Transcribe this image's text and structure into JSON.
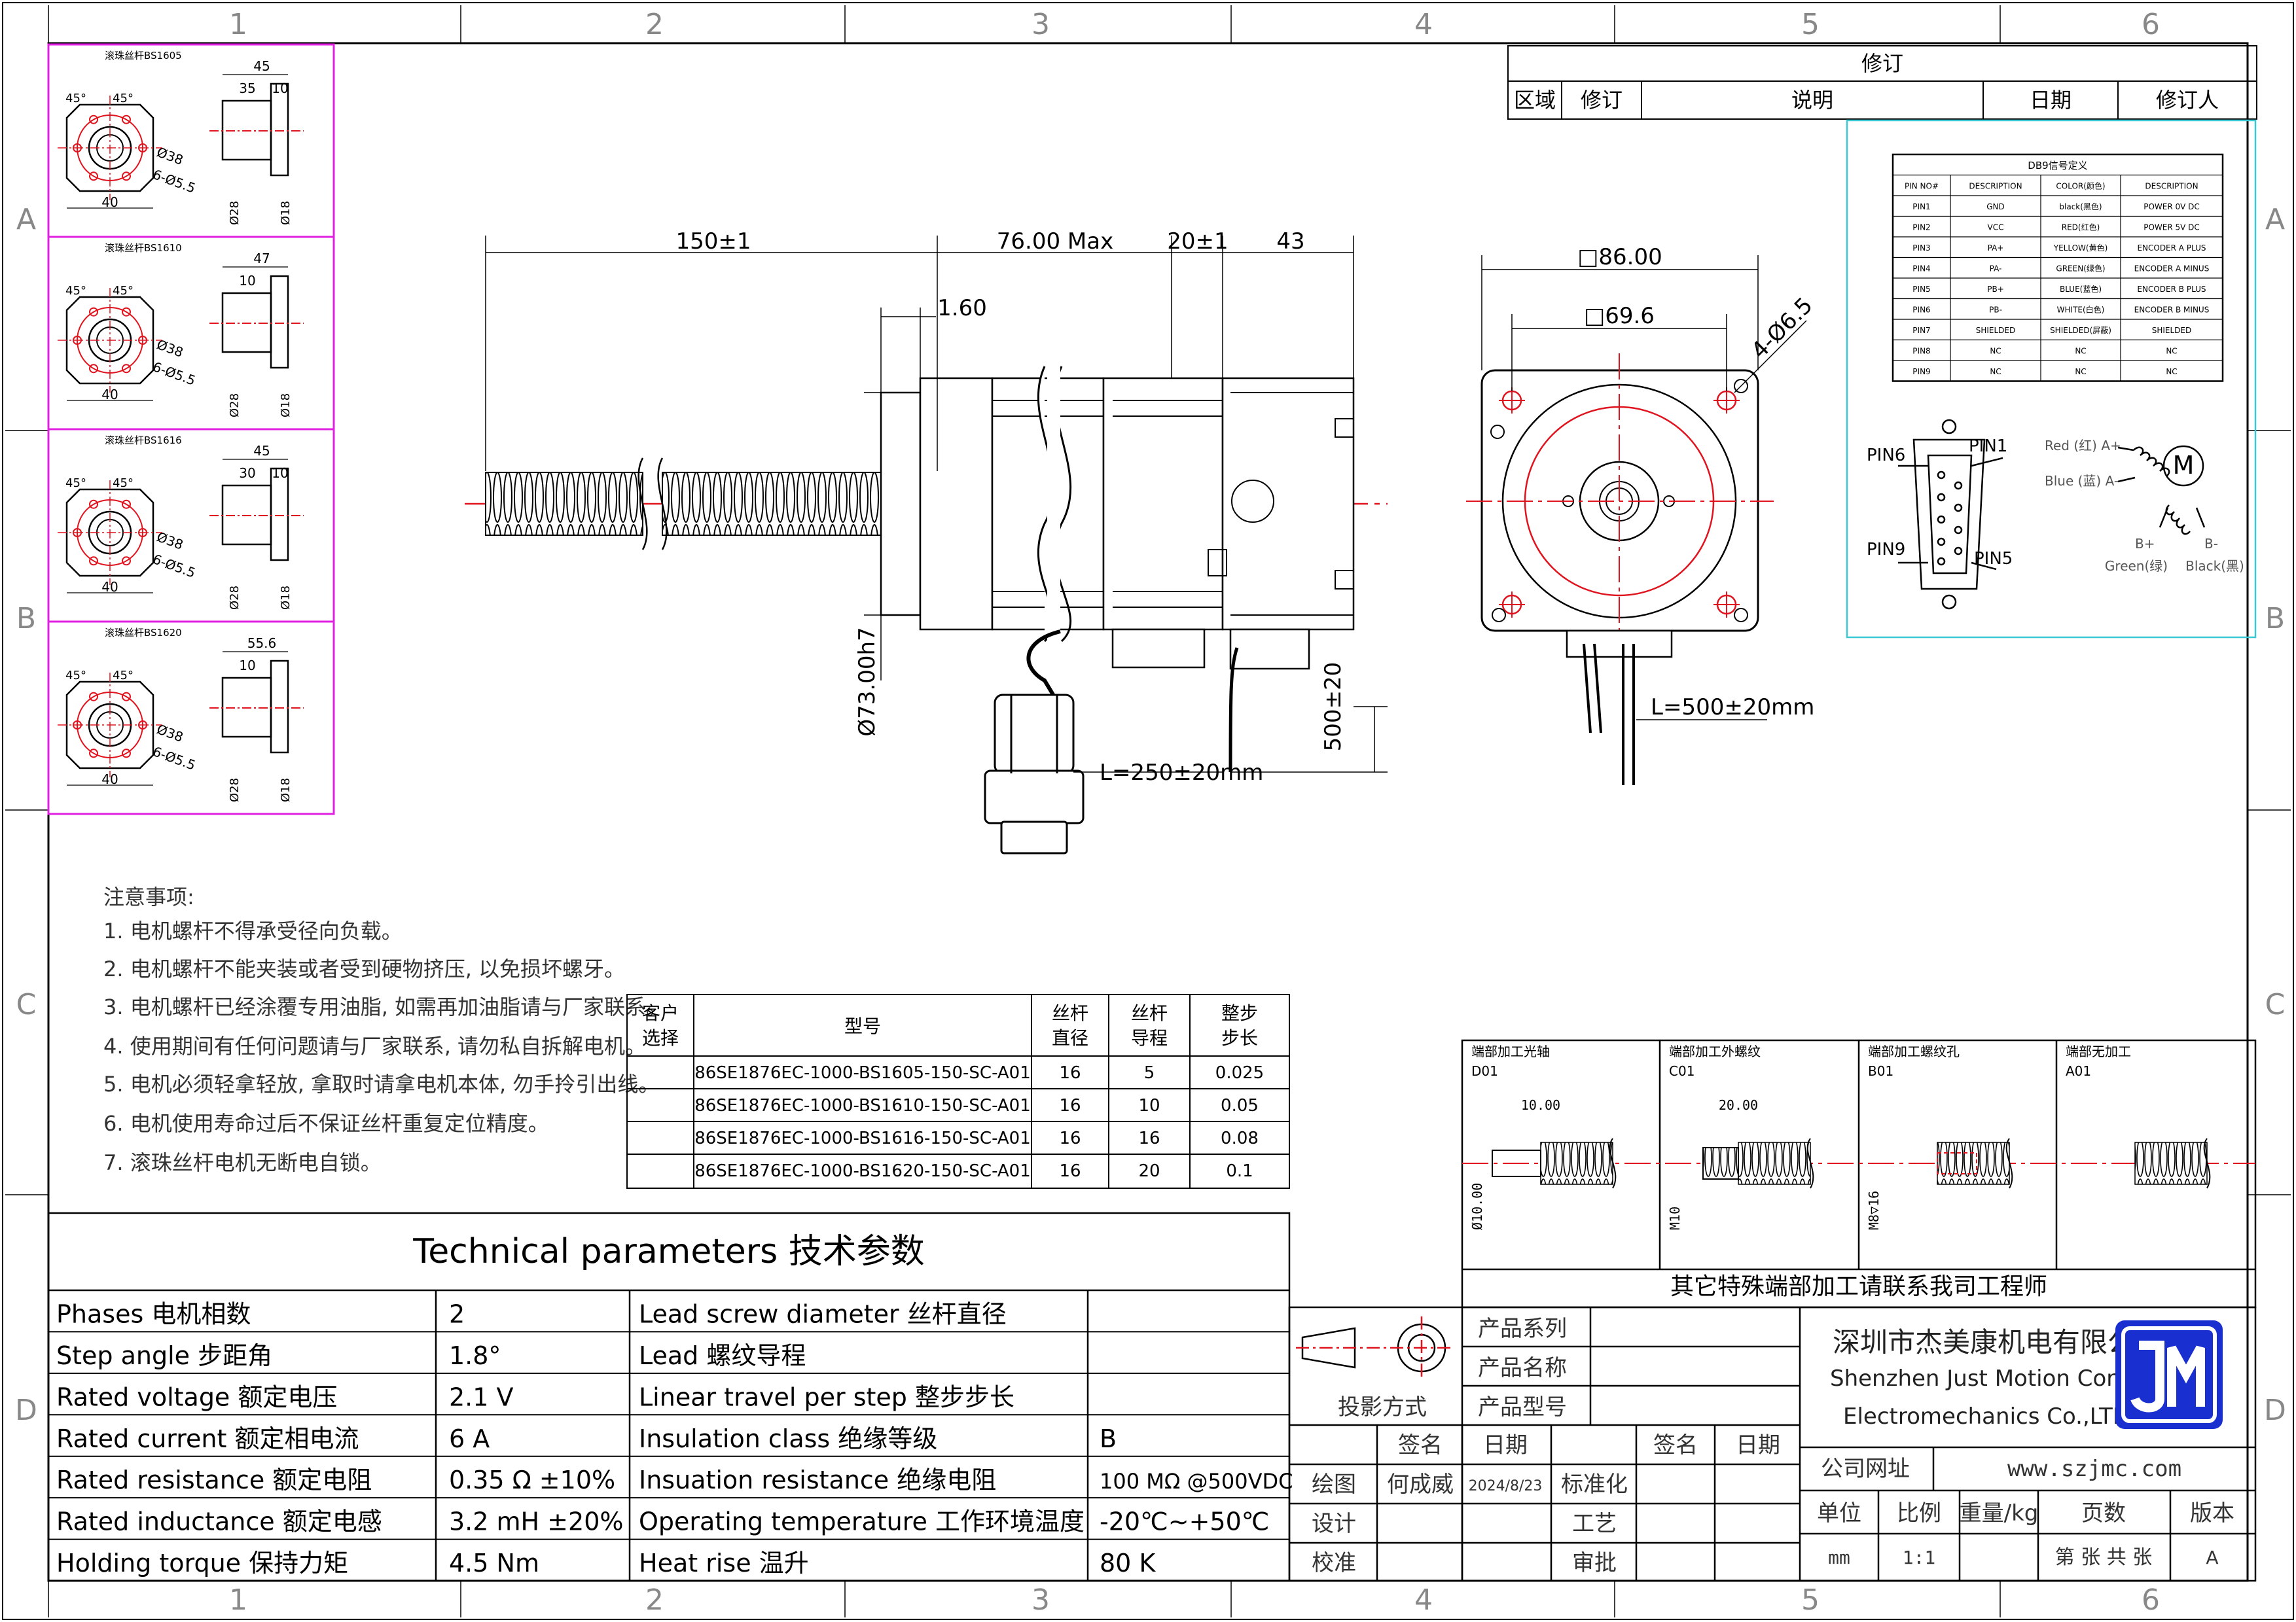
{
  "grid": {
    "columns": [
      "1",
      "2",
      "3",
      "4",
      "5",
      "6"
    ],
    "rows": [
      "A",
      "B",
      "C",
      "D"
    ]
  },
  "revision": {
    "title": "修订",
    "headers": [
      "区域",
      "修订",
      "说明",
      "日期",
      "修订人"
    ]
  },
  "ballscrews": [
    {
      "title": "滚珠丝杆BS1605",
      "dim_total": "45",
      "dim_a": "35",
      "dim_b": "10",
      "bolt": "6-Ø5.5",
      "bcd": "Ø38",
      "d1": "Ø28",
      "d2": "Ø18",
      "flange": "40",
      "angle1": "45°",
      "angle2": "45°"
    },
    {
      "title": "滚珠丝杆BS1610",
      "dim_total": "47",
      "dim_a": "10",
      "dim_b": "",
      "bolt": "6-Ø5.5",
      "bcd": "Ø38",
      "d1": "Ø28",
      "d2": "Ø18",
      "flange": "40",
      "angle1": "45°",
      "angle2": "45°"
    },
    {
      "title": "滚珠丝杆BS1616",
      "dim_total": "45",
      "dim_a": "30",
      "dim_b": "10",
      "bolt": "6-Ø5.5",
      "bcd": "Ø38",
      "d1": "Ø28",
      "d2": "Ø18",
      "flange": "40",
      "angle1": "45°",
      "angle2": "45°"
    },
    {
      "title": "滚珠丝杆BS1620",
      "dim_total": "55.6",
      "dim_a": "10",
      "dim_b": "",
      "bolt": "6-Ø5.5",
      "bcd": "Ø38",
      "d1": "Ø28",
      "d2": "Ø18",
      "flange": "40",
      "angle1": "45°",
      "angle2": "45°"
    }
  ],
  "side_view": {
    "dim_screw": "150±1",
    "dim_body": "76.00 Max",
    "dim_enc": "20±1",
    "dim_tail": "43",
    "dim_pilot": "1.60",
    "dim_dia": "Ø73.00h7",
    "cable_encoder": "L=250±20mm",
    "cable_motor": "500±20"
  },
  "front_view": {
    "square_outer": "□86.00",
    "square_bolt": "□69.6",
    "holes": "4-Ø6.5",
    "cable": "L=500±20mm"
  },
  "db9": {
    "title": "DB9信号定义",
    "headers": [
      "PIN NO#",
      "DESCRIPTION",
      "COLOR(颜色)",
      "DESCRIPTION"
    ],
    "rows": [
      [
        "PIN1",
        "GND",
        "black(黑色)",
        "POWER 0V DC"
      ],
      [
        "PIN2",
        "VCC",
        "RED(红色)",
        "POWER 5V DC"
      ],
      [
        "PIN3",
        "PA+",
        "YELLOW(黄色)",
        "ENCODER A PLUS"
      ],
      [
        "PIN4",
        "PA-",
        "GREEN(绿色)",
        "ENCODER A MINUS"
      ],
      [
        "PIN5",
        "PB+",
        "BLUE(蓝色)",
        "ENCODER B PLUS"
      ],
      [
        "PIN6",
        "PB-",
        "WHITE(白色)",
        "ENCODER B MINUS"
      ],
      [
        "PIN7",
        "SHIELDED",
        "SHIELDED(屏蔽)",
        "SHIELDED"
      ],
      [
        "PIN8",
        "NC",
        "NC",
        "NC"
      ],
      [
        "PIN9",
        "NC",
        "NC",
        "NC"
      ]
    ],
    "pin6": "PIN6",
    "pin1": "PIN1",
    "pin9": "PIN9",
    "pin5": "PIN5",
    "wire_red": "Red (红) A+",
    "wire_blue": "Blue (蓝) A-",
    "motor": "M",
    "b_plus": "B+",
    "b_minus": "B-",
    "green": "Green(绿)",
    "black": "Black(黑)"
  },
  "notes": {
    "title": "注意事项:",
    "items": [
      "1. 电机螺杆不得承受径向负载。",
      "2. 电机螺杆不能夹装或者受到硬物挤压, 以免损坏螺牙。",
      "3. 电机螺杆已经涂覆专用油脂, 如需再加油脂请与厂家联系。",
      "4. 使用期间有任何问题请与厂家联系, 请勿私自拆解电机。",
      "5. 电机必须轻拿轻放, 拿取时请拿电机本体, 勿手拎引出线。",
      "6. 电机使用寿命过后不保证丝杆重复定位精度。",
      "7. 滚珠丝杆电机无断电自锁。"
    ]
  },
  "models": {
    "headers": [
      "客户\n选择",
      "型号",
      "丝杆\n直径",
      "丝杆\n导程",
      "整步\n步长"
    ],
    "rows": [
      [
        "",
        "86SE1876EC-1000-BS1605-150-SC-A01",
        "16",
        "5",
        "0.025"
      ],
      [
        "",
        "86SE1876EC-1000-BS1610-150-SC-A01",
        "16",
        "10",
        "0.05"
      ],
      [
        "",
        "86SE1876EC-1000-BS1616-150-SC-A01",
        "16",
        "16",
        "0.08"
      ],
      [
        "",
        "86SE1876EC-1000-BS1620-150-SC-A01",
        "16",
        "20",
        "0.1"
      ]
    ]
  },
  "tech": {
    "title": "Technical parameters 技术参数",
    "left": [
      [
        "Phases 电机相数",
        "2"
      ],
      [
        "Step angle 步距角",
        "1.8°"
      ],
      [
        "Rated voltage 额定电压",
        "2.1 V"
      ],
      [
        "Rated current 额定相电流",
        "6 A"
      ],
      [
        "Rated resistance 额定电阻",
        "0.35 Ω  ±10%"
      ],
      [
        "Rated inductance 额定电感",
        "3.2 mH ±20%"
      ],
      [
        "Holding torque 保持力矩",
        "4.5 Nm"
      ]
    ],
    "right": [
      [
        "Lead screw diameter 丝杆直径",
        ""
      ],
      [
        "Lead 螺纹导程",
        ""
      ],
      [
        "Linear travel per step 整步步长",
        ""
      ],
      [
        "Insulation class 绝缘等级",
        "B"
      ],
      [
        "Insuation resistance 绝缘电阻",
        "100 MΩ @500VDC"
      ],
      [
        "Operating temperature 工作环境温度",
        "-20℃~+50℃"
      ],
      [
        "Heat rise 温升",
        "80 K"
      ]
    ]
  },
  "ends": {
    "footer": "其它特殊端部加工请联系我司工程师",
    "items": [
      {
        "title": "端部加工光轴",
        "code": "D01",
        "dim": "10.00",
        "dia": "Ø10.00"
      },
      {
        "title": "端部加工外螺纹",
        "code": "C01",
        "dim": "20.00",
        "dia": "M10"
      },
      {
        "title": "端部加工螺纹孔",
        "code": "B01",
        "dim": "",
        "dia": "M8▽16"
      },
      {
        "title": "端部无加工",
        "code": "A01",
        "dim": "",
        "dia": ""
      }
    ]
  },
  "titleblock": {
    "projection": "投影方式",
    "product_series": "产品系列",
    "product_name": "产品名称",
    "product_model": "产品型号",
    "sign": "签名",
    "date": "日期",
    "sign2": "签名",
    "date2": "日期",
    "drawn": "绘图",
    "drawn_by": "何成威",
    "drawn_date": "2024/8/23",
    "standard": "标准化",
    "design": "设计",
    "process": "工艺",
    "check": "校准",
    "approve": "审批",
    "company_cn": "深圳市杰美康机电有限公司",
    "company_en1": "Shenzhen Just Motion Control",
    "company_en2": "Electromechanics Co.,LTD",
    "website_label": "公司网址",
    "website": "www.szjmc.com",
    "unit_label": "单位",
    "scale_label": "比例",
    "weight_label": "重量/kg",
    "pages_label": "页数",
    "version_label": "版本",
    "unit": "mm",
    "scale": "1:1",
    "weight": "",
    "pages": "第 张 共 张",
    "version": "A"
  },
  "colors": {
    "line": "#000000",
    "center": "#e0141e",
    "magenta": "#e020e0",
    "cyan": "#3cc8d2",
    "logo": "#1a2fd0"
  }
}
